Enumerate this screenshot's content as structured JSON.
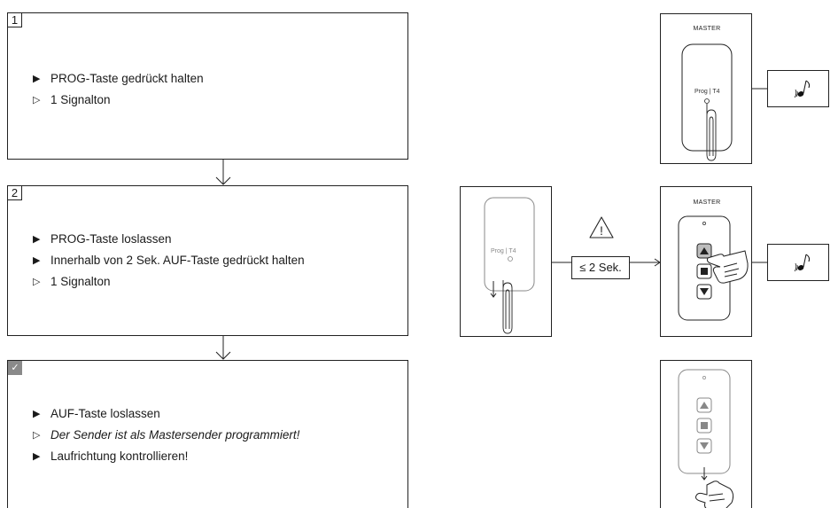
{
  "step1": {
    "number": "1",
    "lines": [
      {
        "marker": "▶",
        "text": "PROG-Taste gedrückt halten"
      },
      {
        "marker": "▷",
        "text": "1 Signalton"
      }
    ]
  },
  "step2": {
    "number": "2",
    "lines": [
      {
        "marker": "▶",
        "text": "PROG-Taste loslassen"
      },
      {
        "marker": "▶",
        "text": "Innerhalb von 2 Sek. AUF-Taste gedrückt halten"
      },
      {
        "marker": "▷",
        "text": "1 Signalton"
      }
    ]
  },
  "step3": {
    "check": "✓",
    "lines": [
      {
        "marker": "▶",
        "text": "AUF-Taste loslassen"
      },
      {
        "marker": "▷",
        "text": "Der Sender ist als Mastersender programmiert!"
      },
      {
        "marker": "▶",
        "text": "Laufrichtung kontrollieren!"
      }
    ]
  },
  "figures": {
    "master_label_1": "MASTER",
    "master_label_2": "MASTER",
    "prog_label_1": "Prog | T4",
    "prog_label_2": "Prog | T4",
    "warning_symbol": "!",
    "time_label": "≤ 2 Sek.",
    "icons": [
      "sound-note-icon",
      "warning-icon",
      "paperclip-icon",
      "hand-press-icon",
      "up-arrow-icon",
      "stop-icon",
      "down-arrow-icon"
    ]
  }
}
